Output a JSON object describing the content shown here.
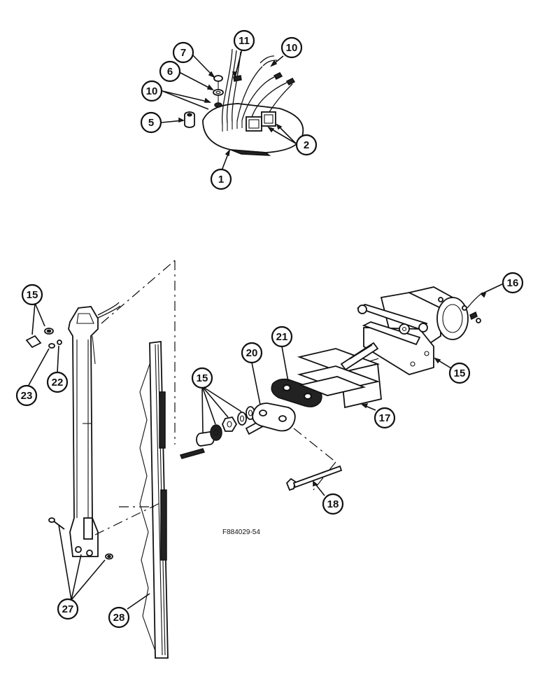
{
  "figure": {
    "reference": "F884029-54"
  },
  "callouts": [
    {
      "id": "c1",
      "label": "1"
    },
    {
      "id": "c2",
      "label": "2"
    },
    {
      "id": "c5",
      "label": "5"
    },
    {
      "id": "c6",
      "label": "6"
    },
    {
      "id": "c7",
      "label": "7"
    },
    {
      "id": "c10a",
      "label": "10"
    },
    {
      "id": "c10b",
      "label": "10"
    },
    {
      "id": "c11",
      "label": "11"
    },
    {
      "id": "c15a",
      "label": "15"
    },
    {
      "id": "c15b",
      "label": "15"
    },
    {
      "id": "c15c",
      "label": "15"
    },
    {
      "id": "c16",
      "label": "16"
    },
    {
      "id": "c17",
      "label": "17"
    },
    {
      "id": "c18",
      "label": "18"
    },
    {
      "id": "c20",
      "label": "20"
    },
    {
      "id": "c21",
      "label": "21"
    },
    {
      "id": "c22",
      "label": "22"
    },
    {
      "id": "c23",
      "label": "23"
    },
    {
      "id": "c27",
      "label": "27"
    },
    {
      "id": "c28",
      "label": "28"
    }
  ],
  "colors": {
    "ink": "#111111",
    "paper": "#ffffff"
  }
}
